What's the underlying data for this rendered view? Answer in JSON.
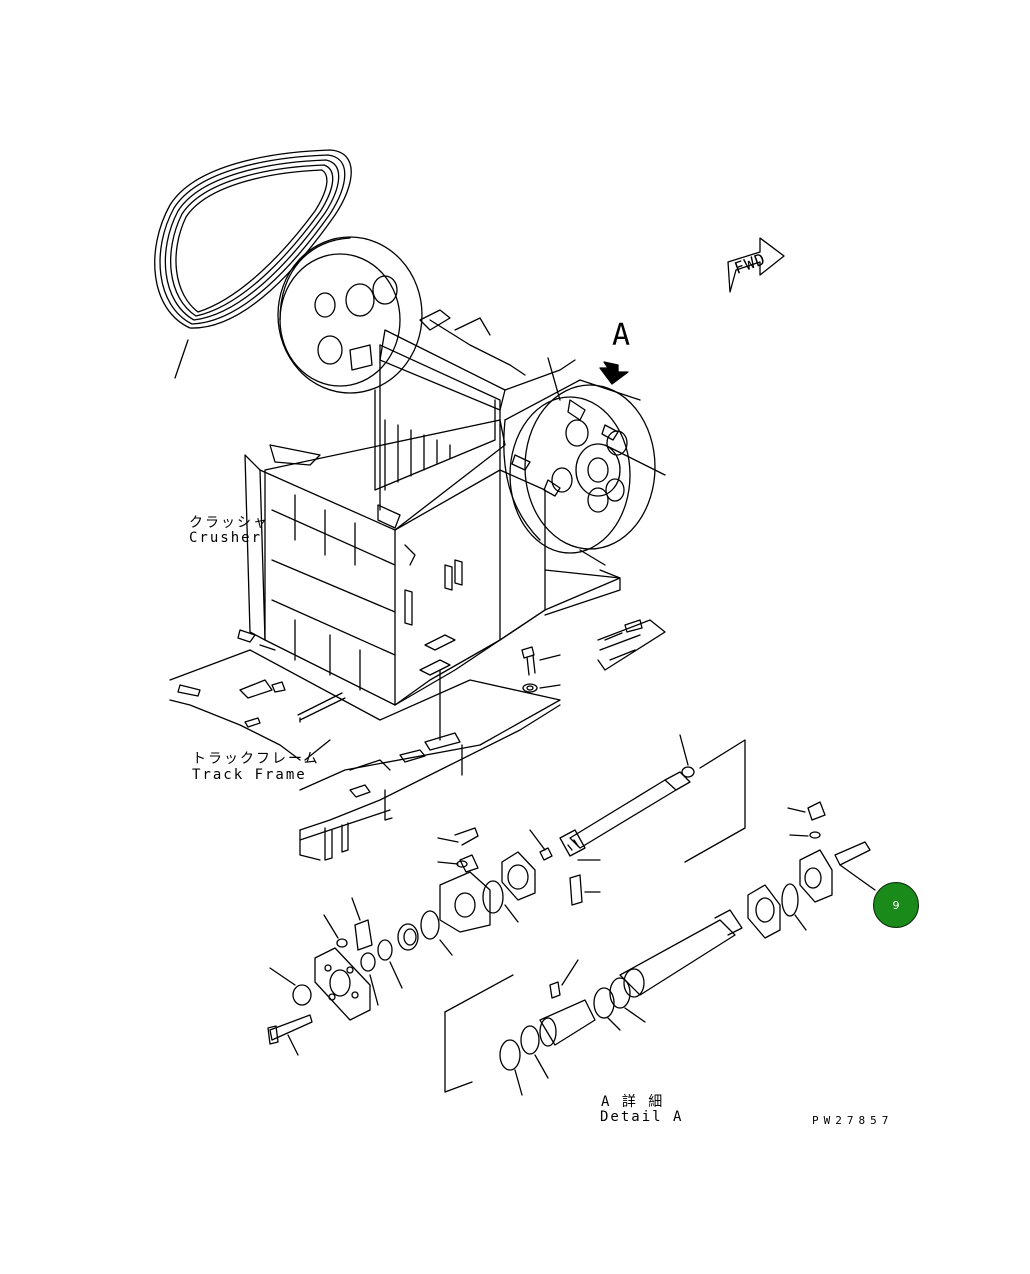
{
  "labels": {
    "crusher_ja": "クラッシャ",
    "crusher_en": "Crusher",
    "track_frame_ja": "トラックフレーム",
    "track_frame_en": "Track Frame",
    "view_a": "A",
    "detail_ja": "A 詳 細",
    "detail_en": "Detail A",
    "fwd": "FWD",
    "drawing_number": "PW27857"
  },
  "callout": {
    "label": "9",
    "color": "#1a8a1a"
  },
  "colors": {
    "line": "#000000",
    "background": "#ffffff"
  }
}
